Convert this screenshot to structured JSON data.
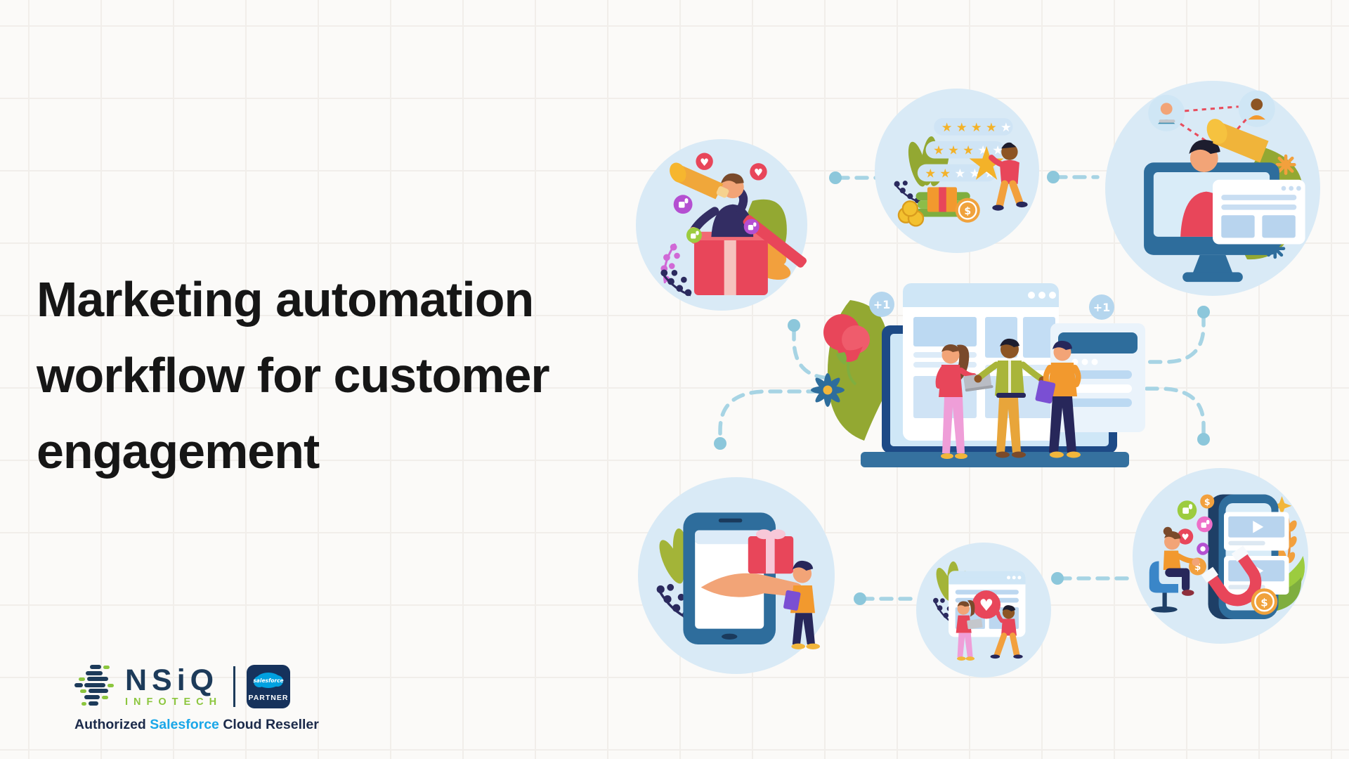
{
  "title": {
    "line1": "Marketing automation",
    "line2": "workflow for customer",
    "line3": "engagement"
  },
  "brand": {
    "name": "NSiQ",
    "division": "INFOTECH",
    "partner_badge": {
      "cloud_text": "salesforce",
      "label": "PARTNER"
    },
    "tagline": {
      "part1": "Authorized ",
      "highlight": "Salesforce",
      "part2": " Cloud Reseller"
    }
  },
  "diagram": {
    "plus_badges": {
      "left": "+1",
      "right": "+1"
    },
    "nodes": [
      {
        "name": "gift-announcement",
        "description": "man with megaphone popping out of open gift box"
      },
      {
        "name": "customer-ratings",
        "description": "person placing gold star on review rating bars with money and rewards",
        "rating_rows": [
          4,
          3,
          2
        ],
        "stars_per_row": 5
      },
      {
        "name": "online-promotion",
        "description": "man with megaphone on desktop monitor broadcasting to audience bubbles"
      },
      {
        "name": "team-collaboration",
        "description": "three people with laptop and tablet in front of browser windows on a laptop"
      },
      {
        "name": "gift-delivery",
        "description": "hand reaching out of tablet offering gift to customer"
      },
      {
        "name": "social-engagement",
        "description": "two people holding like heart badge over browser window"
      },
      {
        "name": "lead-attraction",
        "description": "seated woman with magnet attracting engagement icons from phone feed"
      }
    ]
  },
  "icons": {
    "star": "★",
    "heart": "♥",
    "dollar": "$"
  },
  "colors": {
    "background": "#fbfaf8",
    "grid_line": "#f1eeea",
    "title_text": "#161616",
    "node_circle": "#d9eaf6",
    "connector": "#a7d4e4",
    "connector_dot": "#8cc7db",
    "brand_navy": "#1d3b5a",
    "brand_green": "#8cc63e",
    "salesforce_blue": "#00a1e0",
    "badge_navy": "#16325c",
    "tagline_highlight": "#1aa7e8"
  }
}
